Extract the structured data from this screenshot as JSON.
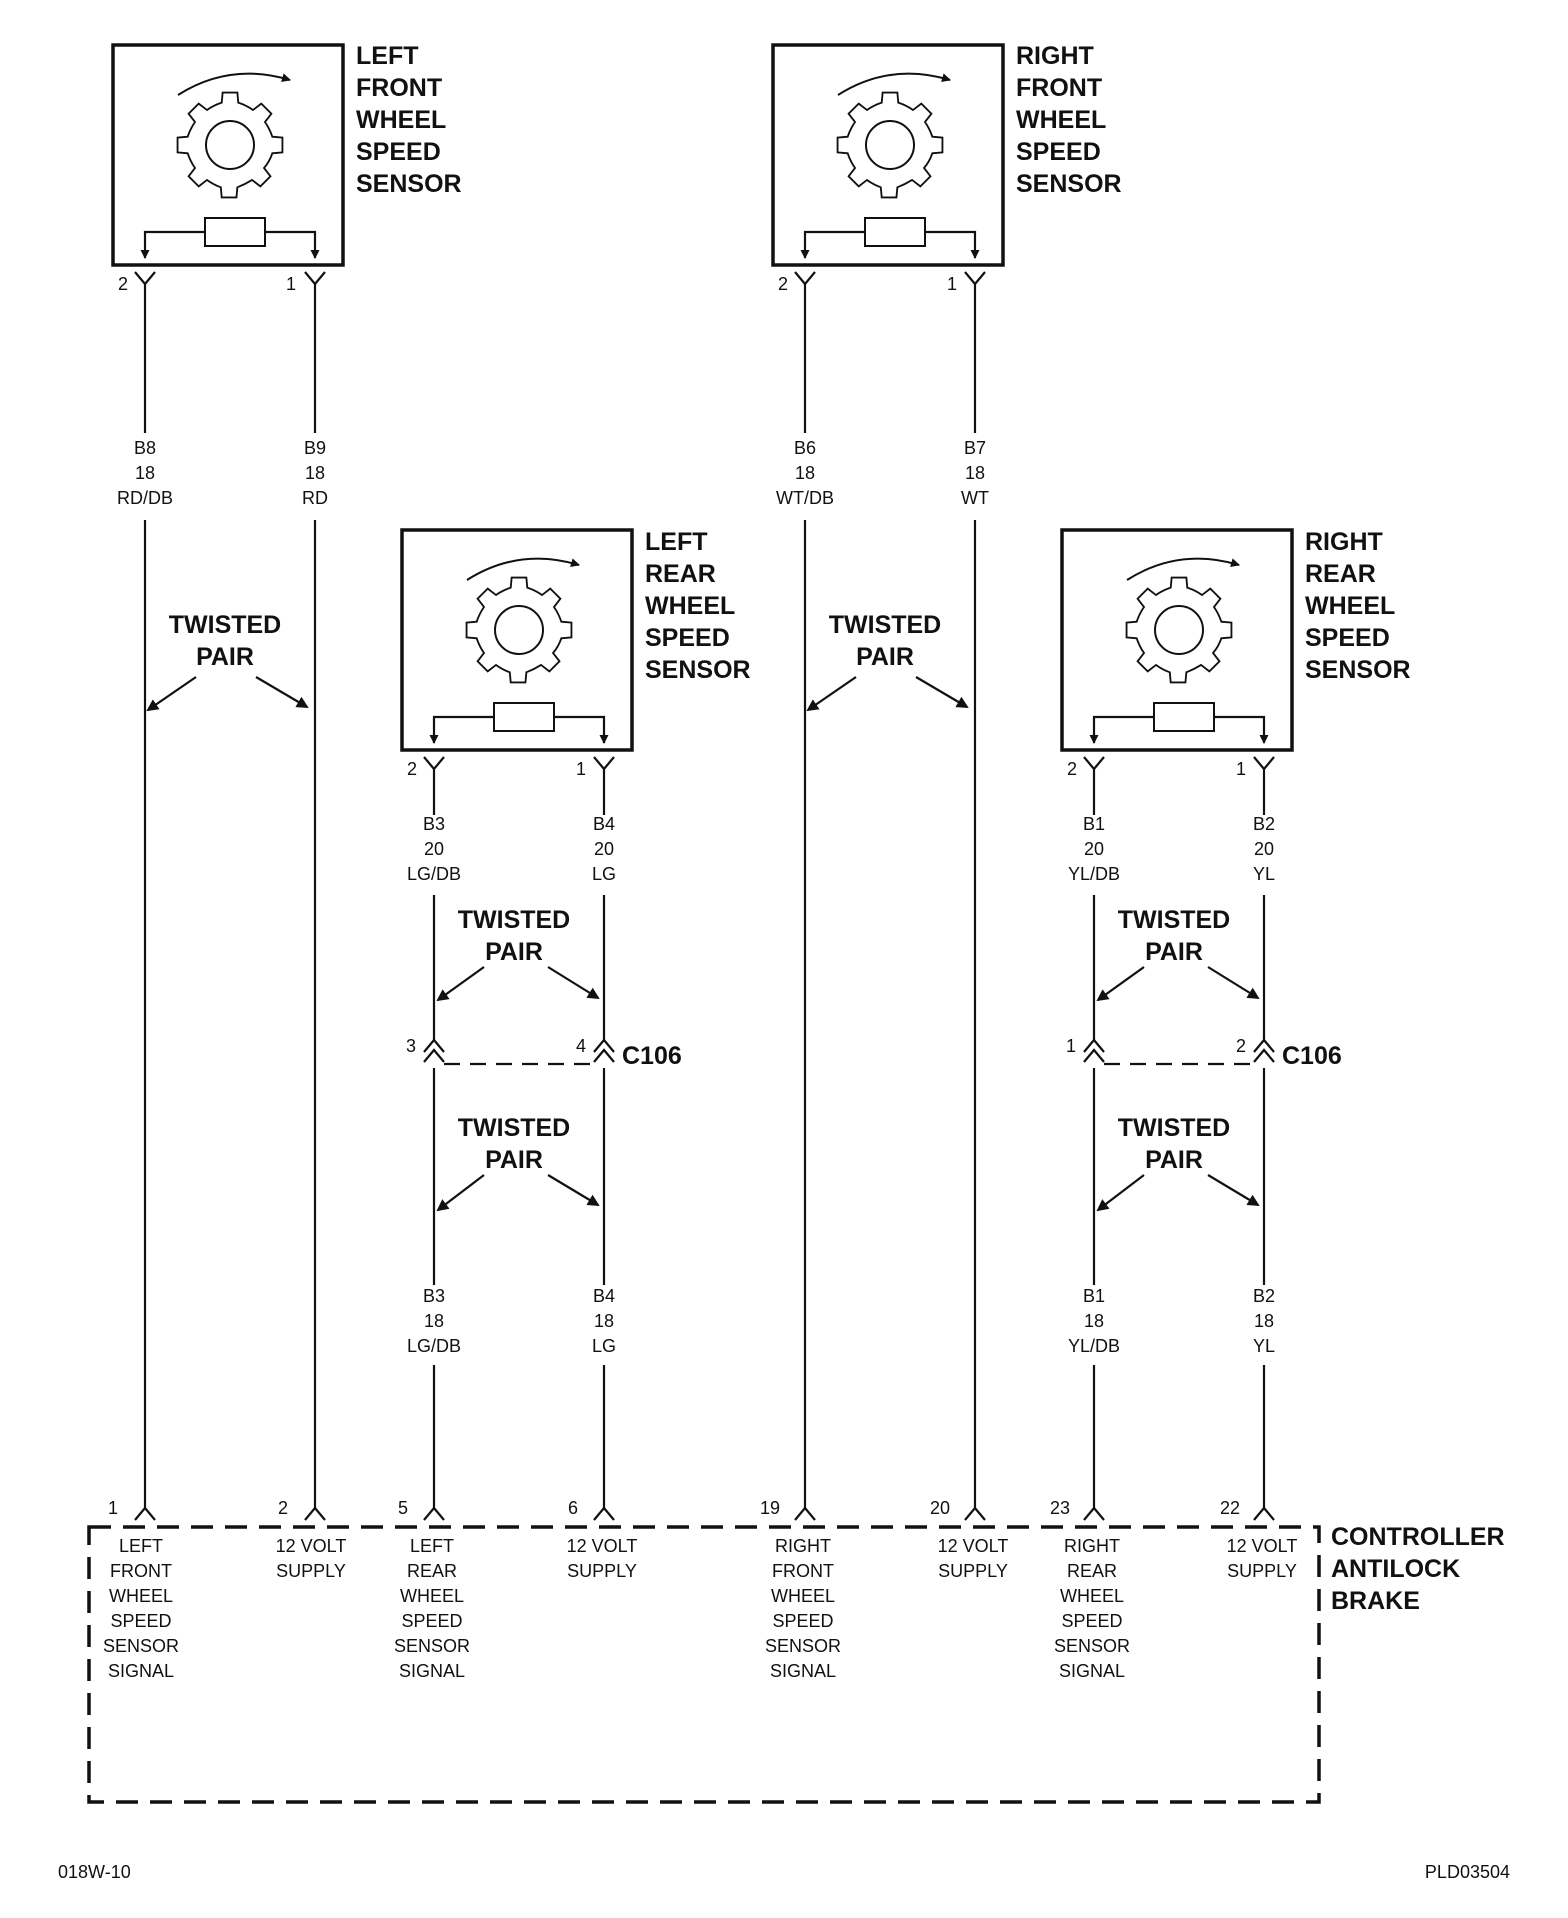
{
  "sensors": [
    {
      "id": "lf",
      "label_lines": [
        "LEFT",
        "FRONT",
        "WHEEL",
        "SPEED",
        "SENSOR"
      ]
    },
    {
      "id": "rf",
      "label_lines": [
        "RIGHT",
        "FRONT",
        "WHEEL",
        "SPEED",
        "SENSOR"
      ]
    },
    {
      "id": "lr",
      "label_lines": [
        "LEFT",
        "REAR",
        "WHEEL",
        "SPEED",
        "SENSOR"
      ]
    },
    {
      "id": "rr",
      "label_lines": [
        "RIGHT",
        "REAR",
        "WHEEL",
        "SPEED",
        "SENSOR"
      ]
    }
  ],
  "sensor_pins": {
    "lf": [
      "2",
      "1"
    ],
    "rf": [
      "2",
      "1"
    ],
    "lr": [
      "2",
      "1"
    ],
    "rr": [
      "2",
      "1"
    ]
  },
  "wires": {
    "lf_a": [
      "B8",
      "18",
      "RD/DB"
    ],
    "lf_b": [
      "B9",
      "18",
      "RD"
    ],
    "rf_a": [
      "B6",
      "18",
      "WT/DB"
    ],
    "rf_b": [
      "B7",
      "18",
      "WT"
    ],
    "lr_a_top": [
      "B3",
      "20",
      "LG/DB"
    ],
    "lr_b_top": [
      "B4",
      "20",
      "LG"
    ],
    "rr_a_top": [
      "B1",
      "20",
      "YL/DB"
    ],
    "rr_b_top": [
      "B2",
      "20",
      "YL"
    ],
    "lr_a_bot": [
      "B3",
      "18",
      "LG/DB"
    ],
    "lr_b_bot": [
      "B4",
      "18",
      "LG"
    ],
    "rr_a_bot": [
      "B1",
      "18",
      "YL/DB"
    ],
    "rr_b_bot": [
      "B2",
      "18",
      "YL"
    ]
  },
  "twisted_pair_label": [
    "TWISTED",
    "PAIR"
  ],
  "connectors": {
    "left_c106": {
      "name": "C106",
      "pins": [
        "3",
        "4"
      ]
    },
    "right_c106": {
      "name": "C106",
      "pins": [
        "1",
        "2"
      ]
    }
  },
  "controller": {
    "label_lines": [
      "CONTROLLER",
      "ANTILOCK",
      "BRAKE"
    ],
    "pins": [
      {
        "num": "1",
        "lines": [
          "LEFT",
          "FRONT",
          "WHEEL",
          "SPEED",
          "SENSOR",
          "SIGNAL"
        ]
      },
      {
        "num": "2",
        "lines": [
          "12 VOLT",
          "SUPPLY"
        ]
      },
      {
        "num": "5",
        "lines": [
          "LEFT",
          "REAR",
          "WHEEL",
          "SPEED",
          "SENSOR",
          "SIGNAL"
        ]
      },
      {
        "num": "6",
        "lines": [
          "12 VOLT",
          "SUPPLY"
        ]
      },
      {
        "num": "19",
        "lines": [
          "RIGHT",
          "FRONT",
          "WHEEL",
          "SPEED",
          "SENSOR",
          "SIGNAL"
        ]
      },
      {
        "num": "20",
        "lines": [
          "12 VOLT",
          "SUPPLY"
        ]
      },
      {
        "num": "23",
        "lines": [
          "RIGHT",
          "REAR",
          "WHEEL",
          "SPEED",
          "SENSOR",
          "SIGNAL"
        ]
      },
      {
        "num": "22",
        "lines": [
          "12 VOLT",
          "SUPPLY"
        ]
      }
    ]
  },
  "footer": {
    "left": "018W-10",
    "right": "PLD03504"
  }
}
